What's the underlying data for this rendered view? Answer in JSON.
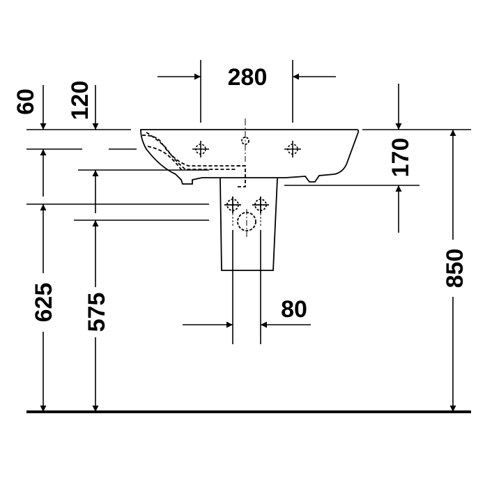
{
  "dimensions": {
    "tap_spacing": "280",
    "basin_offset_top": "60",
    "overflow_offset": "120",
    "basin_depth": "170",
    "rim_height": "850",
    "left_outlet_height": "625",
    "right_outlet_height": "575",
    "pedestal_width": "80"
  },
  "colors": {
    "line": "#000000",
    "background": "#ffffff"
  }
}
